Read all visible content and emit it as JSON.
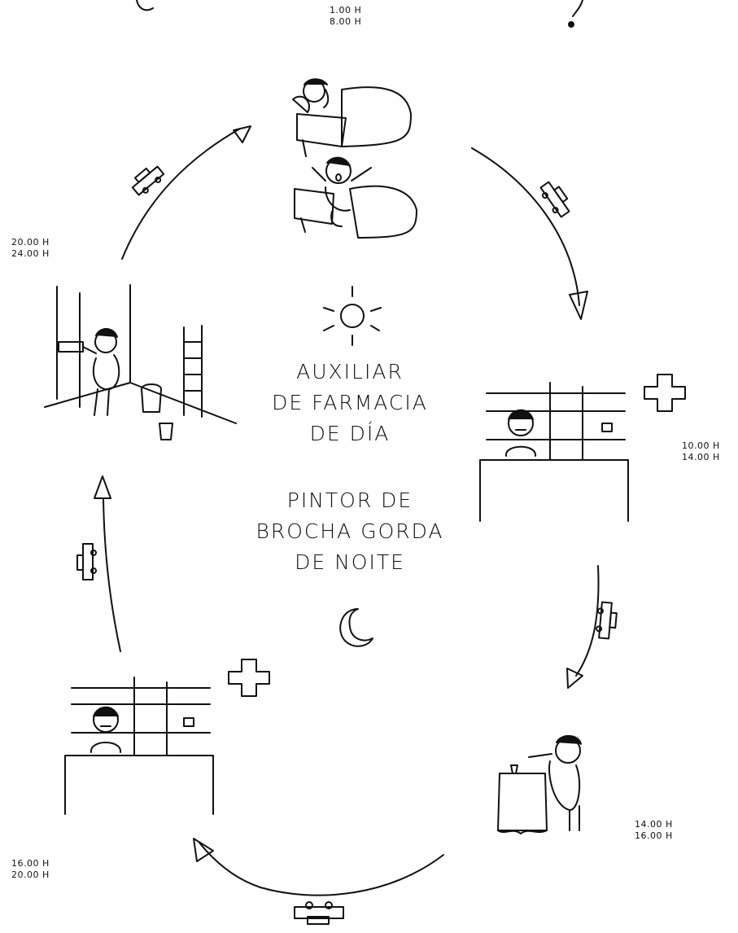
{
  "times": {
    "sleep": [
      "1.00 H",
      "8.00 H"
    ],
    "pharmacy_morning": [
      "10.00 H",
      "14.00 H"
    ],
    "lunch": [
      "14.00 H",
      "16.00 H"
    ],
    "pharmacy_afternoon": [
      "16.00 H",
      "20.00 H"
    ],
    "painting": [
      "20.00 H",
      "24.00 H"
    ]
  },
  "center": {
    "day_job": [
      "AUXILIAR",
      "DE FARMACIA",
      "DE DÍA"
    ],
    "night_job": [
      "PINTOR DE",
      "BROCHA GORDA",
      "DE NOITE"
    ]
  },
  "icons": {
    "sun": "sun-icon",
    "moon": "moon-icon",
    "cross": "pharmacy-cross-icon",
    "car": "car-icon"
  },
  "colors": {
    "ink": "#111111",
    "paper": "#ffffff"
  }
}
